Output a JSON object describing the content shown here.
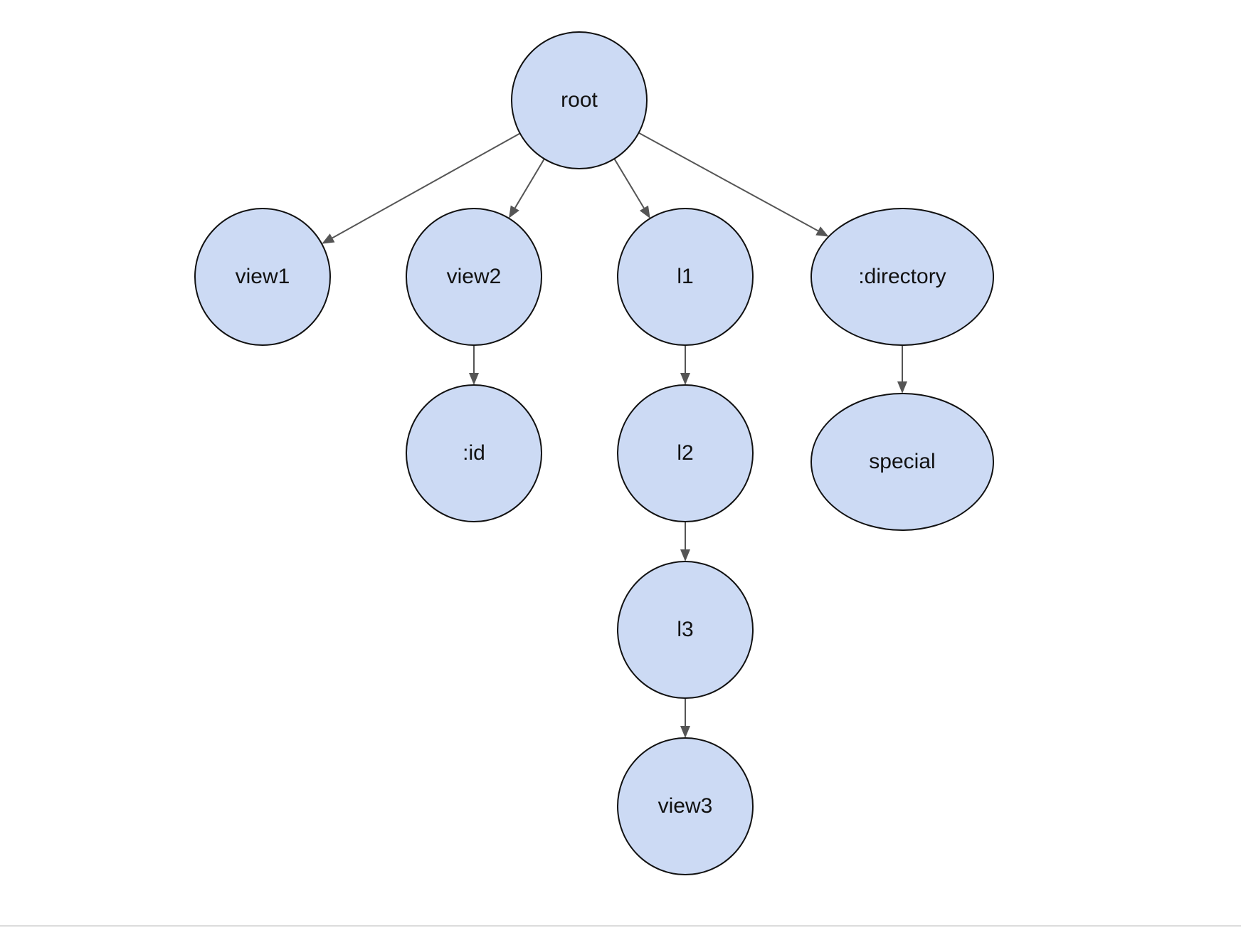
{
  "diagram": {
    "type": "tree",
    "colors": {
      "node_fill": "#ccdaf4",
      "node_stroke": "#111111",
      "edge": "#555555",
      "label": "#111111"
    },
    "nodes": [
      {
        "id": "root",
        "label": "root"
      },
      {
        "id": "view1",
        "label": "view1"
      },
      {
        "id": "view2",
        "label": "view2"
      },
      {
        "id": "l1",
        "label": "l1"
      },
      {
        "id": "directory",
        "label": ":directory"
      },
      {
        "id": "id",
        "label": ":id"
      },
      {
        "id": "l2",
        "label": "l2"
      },
      {
        "id": "special",
        "label": "special"
      },
      {
        "id": "l3",
        "label": "l3"
      },
      {
        "id": "view3",
        "label": "view3"
      }
    ],
    "edges": [
      {
        "from": "root",
        "to": "view1"
      },
      {
        "from": "root",
        "to": "view2"
      },
      {
        "from": "root",
        "to": "l1"
      },
      {
        "from": "root",
        "to": "directory"
      },
      {
        "from": "view2",
        "to": "id"
      },
      {
        "from": "l1",
        "to": "l2"
      },
      {
        "from": "l2",
        "to": "l3"
      },
      {
        "from": "l3",
        "to": "view3"
      },
      {
        "from": "directory",
        "to": "special"
      }
    ]
  }
}
